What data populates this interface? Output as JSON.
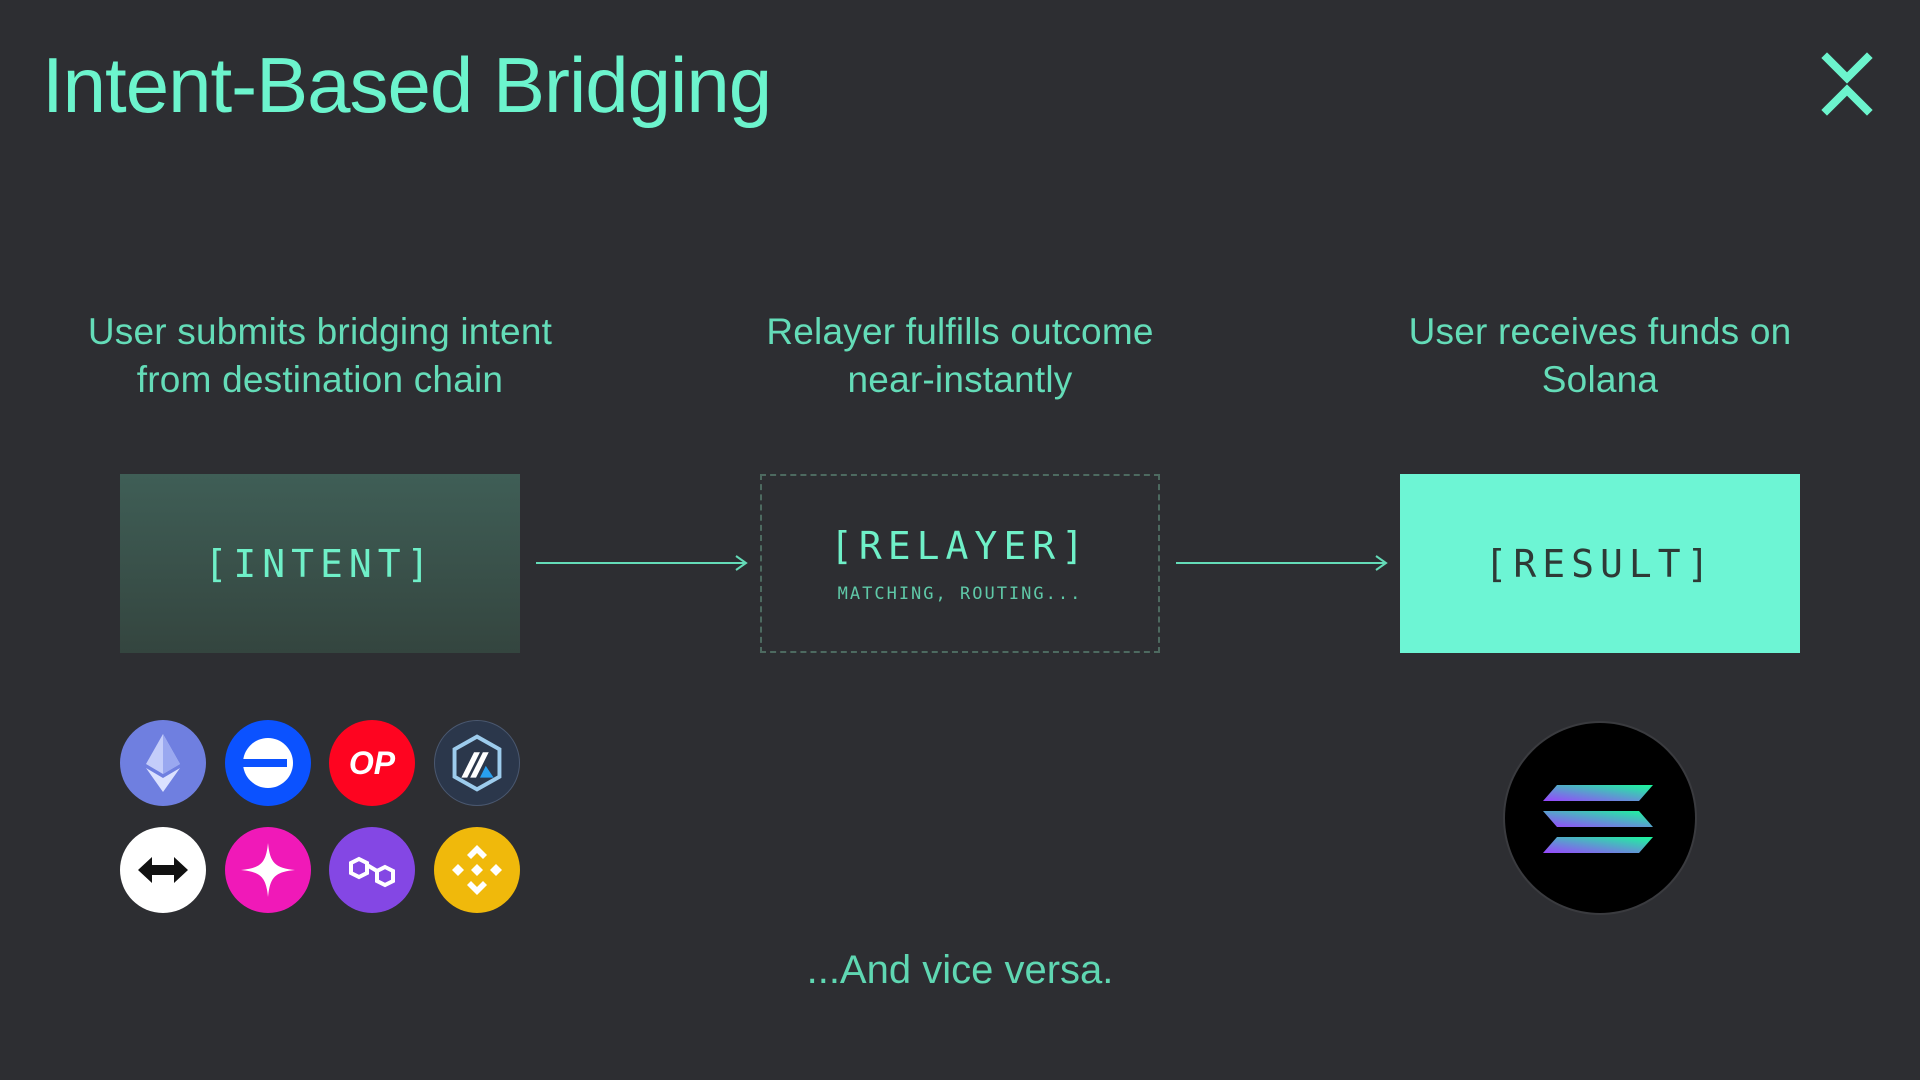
{
  "slide": {
    "title": "Intent-Based Bridging",
    "accent_color": "#6cf4cd",
    "background_color": "#2d2e32",
    "logo_icon": "x-chevrons-logo"
  },
  "steps": [
    {
      "caption": "User submits bridging intent\nfrom destination chain",
      "label": "[INTENT]",
      "sublabel": ""
    },
    {
      "caption": "Relayer fulfills outcome\nnear-instantly",
      "label": "[RELAYER]",
      "sublabel": "MATCHING, ROUTING..."
    },
    {
      "caption": "User receives funds on\nSolana",
      "label": "[RESULT]",
      "sublabel": ""
    }
  ],
  "source_chain_icons": [
    "ethereum-icon",
    "base-icon",
    "optimism-icon",
    "arbitrum-icon",
    "zksync-icon",
    "blast-icon",
    "polygon-icon",
    "bnb-icon"
  ],
  "optimism_icon_text": "OP",
  "destination_icon": "solana-icon",
  "footer": "...And vice versa."
}
